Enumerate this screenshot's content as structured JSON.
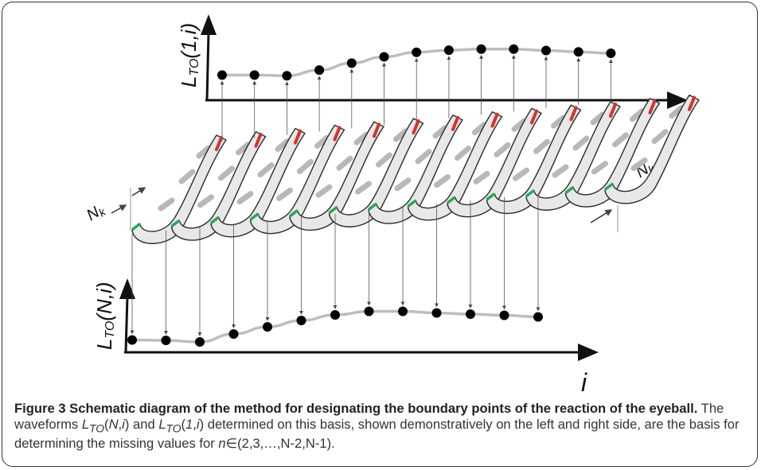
{
  "figure": {
    "top_axis": {
      "y_label_main": "L",
      "y_label_sub": "TO",
      "y_label_arg": "(1,i)",
      "x_label": "i"
    },
    "bottom_axis": {
      "y_label_main": "L",
      "y_label_sub": "TO",
      "y_label_arg": "(N,i)",
      "x_label": "i"
    },
    "nk_left": {
      "main": "N",
      "sub": "k"
    },
    "nk_right": {
      "main": "N",
      "sub": "k"
    },
    "top_series": [
      0.22,
      0.22,
      0.2,
      0.36,
      0.56,
      0.74,
      0.87,
      0.93,
      0.96,
      0.96,
      0.92,
      0.88,
      0.84
    ],
    "bottom_series": [
      0.05,
      0.04,
      0.0,
      0.2,
      0.38,
      0.54,
      0.68,
      0.77,
      0.77,
      0.73,
      0.7,
      0.67,
      0.63
    ],
    "colors": {
      "curve": "#bdbdbd",
      "dot": "#000000",
      "red_tip": "#d2342c",
      "green_tip": "#2aa55a",
      "strip_fill": "#e8e8e8",
      "strip_stroke": "#2a2a2a"
    }
  },
  "caption": {
    "bold": "Figure 3 Schematic diagram of the method for designating the boundary points of the reaction of the eyeball.",
    "rest": " The waveforms L_TO(N,i) and L_TO(1,i) determined on this basis, shown demonstratively on the left and right side, are the basis for determining the missing values for n∈(2,3,…,N-2,N-1)."
  }
}
